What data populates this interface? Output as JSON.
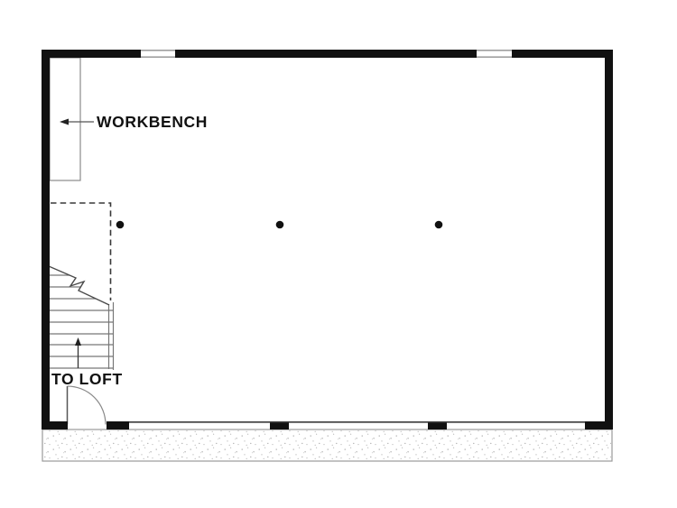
{
  "plan": {
    "type": "garage-floor-plan",
    "labels": {
      "workbench": "WORKBENCH",
      "to_loft": "TO LOFT"
    },
    "colors": {
      "wall": "#111111",
      "thin_line": "#777777",
      "dashed_line": "#383838",
      "text": "#111111",
      "stipple": "#adadad",
      "background": "#ffffff"
    },
    "elements": [
      "workbench",
      "dashed-loft-outline",
      "stairs-to-loft",
      "up-arrow",
      "entry-door-swing",
      "three-column-posts",
      "two-windows",
      "three-garage-door-openings",
      "concrete-apron"
    ]
  }
}
